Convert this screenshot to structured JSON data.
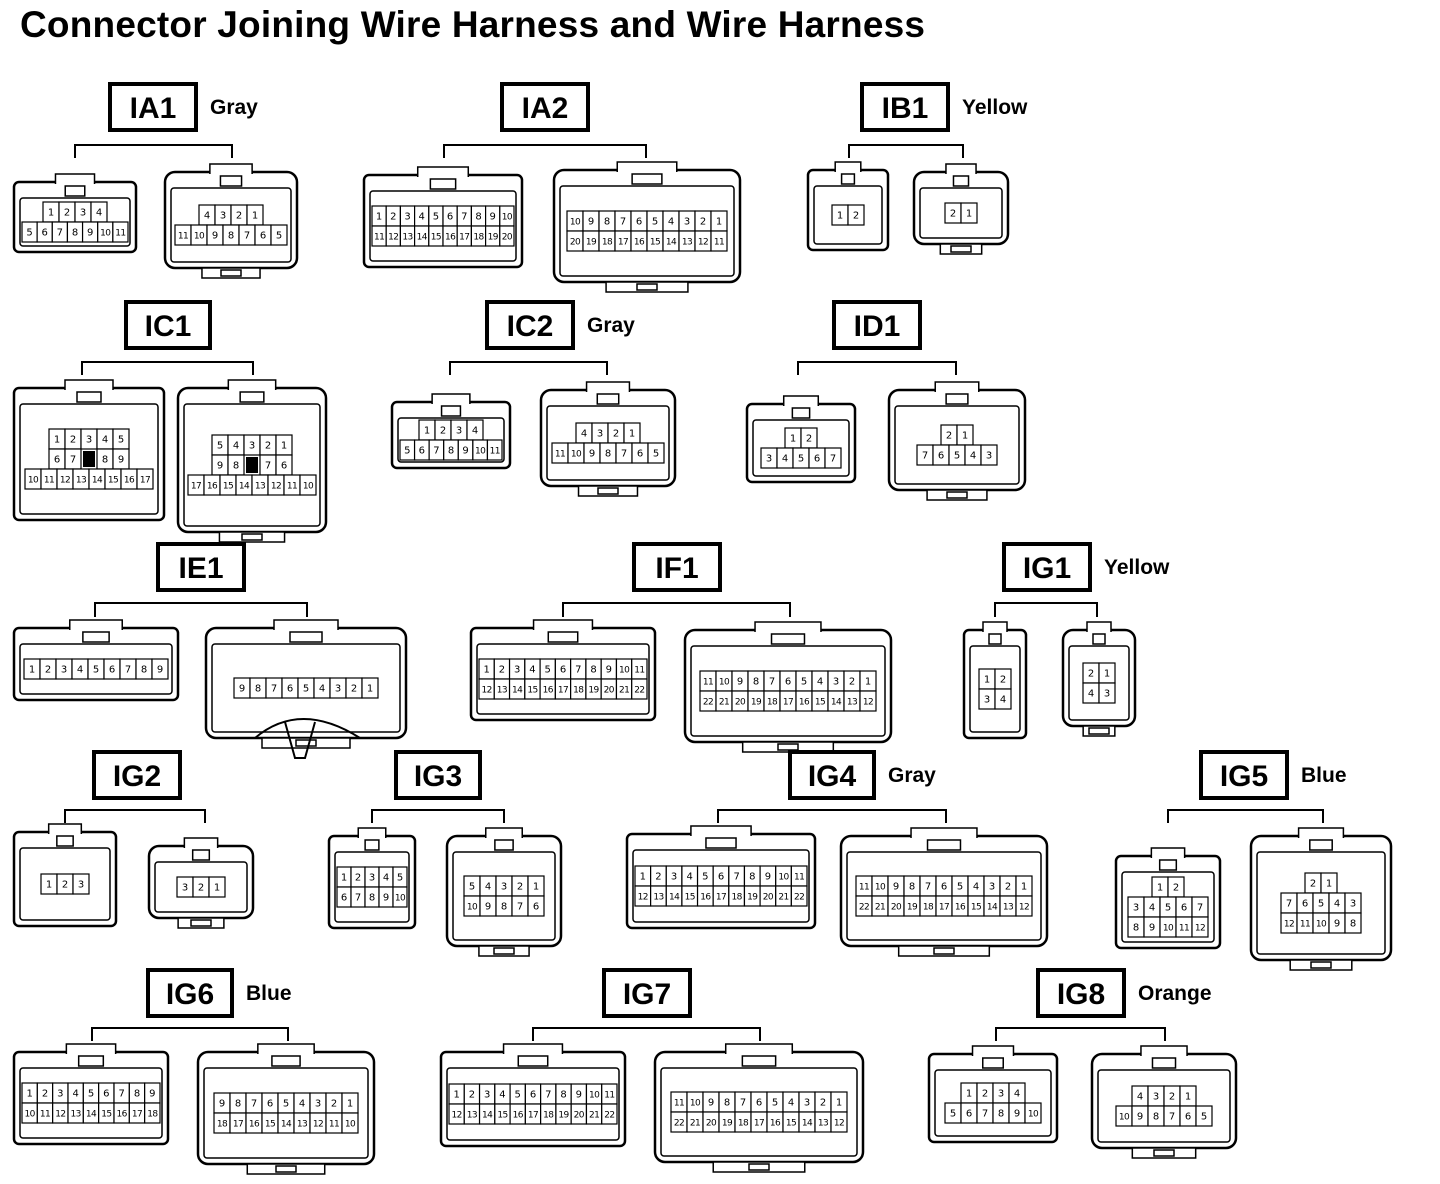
{
  "title": "Connector Joining Wire Harness and Wire Harness",
  "connectors": [
    {
      "code": "IA1",
      "color": "Gray",
      "rows": [
        [
          [
            "1",
            "2"
          ],
          [
            "3",
            "4"
          ]
        ],
        [
          [
            "5",
            "6",
            "7",
            "8",
            "9"
          ],
          [
            "10",
            "11"
          ]
        ]
      ],
      "rows_female": [
        [
          "4",
          "3",
          "2",
          "1"
        ],
        [
          "11",
          "10",
          "9",
          "8",
          "7",
          "6",
          "5"
        ]
      ]
    },
    {
      "code": "IA2",
      "color": "",
      "rows": [
        [
          "1",
          "2",
          "3",
          "4",
          "5",
          "6",
          "7",
          "8",
          "9",
          "10"
        ],
        [
          "11",
          "12",
          "13",
          "14",
          "15",
          "16",
          "17",
          "18",
          "19",
          "20"
        ]
      ],
      "rows_female": [
        [
          "10",
          "9",
          "8",
          "7",
          "6",
          "5",
          "4",
          "3",
          "2",
          "1"
        ],
        [
          "20",
          "19",
          "18",
          "17",
          "16",
          "15",
          "14",
          "13",
          "12",
          "11"
        ]
      ]
    },
    {
      "code": "IB1",
      "color": "Yellow",
      "rows": [
        [
          "1",
          "2"
        ]
      ],
      "rows_female": [
        [
          "2",
          "1"
        ]
      ]
    },
    {
      "code": "IC1",
      "color": "",
      "rows": [
        [
          "1",
          "2",
          "3",
          "4",
          "5"
        ],
        [
          "6",
          "7",
          "",
          "8",
          "9"
        ],
        [
          "10",
          "11",
          "12",
          "13",
          "14",
          "15",
          "16",
          "17"
        ]
      ],
      "rows_female": [
        [
          "5",
          "4",
          "3",
          "2",
          "1"
        ],
        [
          "9",
          "8",
          "",
          "7",
          "6"
        ],
        [
          "17",
          "16",
          "15",
          "14",
          "13",
          "12",
          "11",
          "10"
        ]
      ]
    },
    {
      "code": "IC2",
      "color": "Gray",
      "rows": [
        [
          "1",
          "2",
          "3",
          "4"
        ],
        [
          "5",
          "6",
          "7",
          "8",
          "9",
          "10",
          "11"
        ]
      ],
      "rows_female": [
        [
          "4",
          "3",
          "2",
          "1"
        ],
        [
          "11",
          "10",
          "9",
          "8",
          "7",
          "6",
          "5"
        ]
      ]
    },
    {
      "code": "ID1",
      "color": "",
      "rows": [
        [
          "1",
          "2"
        ],
        [
          "3",
          "4",
          "5",
          "6",
          "7"
        ]
      ],
      "rows_female": [
        [
          "2",
          "1"
        ],
        [
          "7",
          "6",
          "5",
          "4",
          "3"
        ]
      ]
    },
    {
      "code": "IE1",
      "color": "",
      "rows": [
        [
          "1",
          "2",
          "3",
          "4",
          "5",
          "6",
          "7",
          "8",
          "9"
        ]
      ],
      "rows_female": [
        [
          "9",
          "8",
          "7",
          "6",
          "5",
          "4",
          "3",
          "2",
          "1"
        ]
      ]
    },
    {
      "code": "IF1",
      "color": "",
      "rows": [
        [
          "1",
          "2",
          "3",
          "4",
          "5",
          "6",
          "7",
          "8",
          "9",
          "10",
          "11"
        ],
        [
          "12",
          "13",
          "14",
          "15",
          "16",
          "17",
          "18",
          "19",
          "20",
          "21",
          "22"
        ]
      ],
      "rows_female": [
        [
          "11",
          "10",
          "9",
          "8",
          "7",
          "6",
          "5",
          "4",
          "3",
          "2",
          "1"
        ],
        [
          "22",
          "21",
          "20",
          "19",
          "18",
          "17",
          "16",
          "15",
          "14",
          "13",
          "12"
        ]
      ]
    },
    {
      "code": "IG1",
      "color": "Yellow",
      "rows": [
        [
          "1",
          "2"
        ],
        [
          "3",
          "4"
        ]
      ],
      "rows_female": [
        [
          "2",
          "1"
        ],
        [
          "4",
          "3"
        ]
      ]
    },
    {
      "code": "IG2",
      "color": "",
      "rows": [
        [
          "1",
          "2",
          "3"
        ]
      ],
      "rows_female": [
        [
          "3",
          "2",
          "1"
        ]
      ]
    },
    {
      "code": "IG3",
      "color": "",
      "rows": [
        [
          "1",
          "2",
          "3",
          "4",
          "5"
        ],
        [
          "6",
          "7",
          "8",
          "9",
          "10"
        ]
      ],
      "rows_female": [
        [
          "5",
          "4",
          "3",
          "2",
          "1"
        ],
        [
          "10",
          "9",
          "8",
          "7",
          "6"
        ]
      ]
    },
    {
      "code": "IG4",
      "color": "Gray",
      "rows": [
        [
          "1",
          "2",
          "3",
          "4",
          "5",
          "6",
          "7",
          "8",
          "9",
          "10",
          "11"
        ],
        [
          "12",
          "13",
          "14",
          "15",
          "16",
          "17",
          "18",
          "19",
          "20",
          "21",
          "22"
        ]
      ],
      "rows_female": [
        [
          "11",
          "10",
          "9",
          "8",
          "7",
          "6",
          "5",
          "4",
          "3",
          "2",
          "1"
        ],
        [
          "22",
          "21",
          "20",
          "19",
          "18",
          "17",
          "16",
          "15",
          "14",
          "13",
          "12"
        ]
      ]
    },
    {
      "code": "IG5",
      "color": "Blue",
      "rows": [
        [
          "1",
          "2"
        ],
        [
          "3",
          "4",
          "5",
          "6",
          "7"
        ],
        [
          "8",
          "9",
          "10",
          "11",
          "12"
        ]
      ],
      "rows_female": [
        [
          "2",
          "1"
        ],
        [
          "7",
          "6",
          "5",
          "4",
          "3"
        ],
        [
          "12",
          "11",
          "10",
          "9",
          "8"
        ]
      ]
    },
    {
      "code": "IG6",
      "color": "Blue",
      "rows": [
        [
          "1",
          "2",
          "3",
          "4",
          "5",
          "6",
          "7",
          "8",
          "9"
        ],
        [
          "10",
          "11",
          "12",
          "13",
          "14",
          "15",
          "16",
          "17",
          "18"
        ]
      ],
      "rows_female": [
        [
          "9",
          "8",
          "7",
          "6",
          "5",
          "4",
          "3",
          "2",
          "1"
        ],
        [
          "18",
          "17",
          "16",
          "15",
          "14",
          "13",
          "12",
          "11",
          "10"
        ]
      ]
    },
    {
      "code": "IG7",
      "color": "",
      "rows": [
        [
          "1",
          "2",
          "3",
          "4",
          "5",
          "6",
          "7",
          "8",
          "9",
          "10",
          "11"
        ],
        [
          "12",
          "13",
          "14",
          "15",
          "16",
          "17",
          "18",
          "19",
          "20",
          "21",
          "22"
        ]
      ],
      "rows_female": [
        [
          "11",
          "10",
          "9",
          "8",
          "7",
          "6",
          "5",
          "4",
          "3",
          "2",
          "1"
        ],
        [
          "22",
          "21",
          "20",
          "19",
          "18",
          "17",
          "16",
          "15",
          "14",
          "13",
          "12"
        ]
      ]
    },
    {
      "code": "IG8",
      "color": "Orange",
      "rows": [
        [
          "1",
          "2",
          "3",
          "4"
        ],
        [
          "5",
          "6",
          "7",
          "8",
          "9",
          "10"
        ]
      ],
      "rows_female": [
        [
          "4",
          "3",
          "2",
          "1"
        ],
        [
          "10",
          "9",
          "8",
          "7",
          "6",
          "5"
        ]
      ]
    }
  ]
}
